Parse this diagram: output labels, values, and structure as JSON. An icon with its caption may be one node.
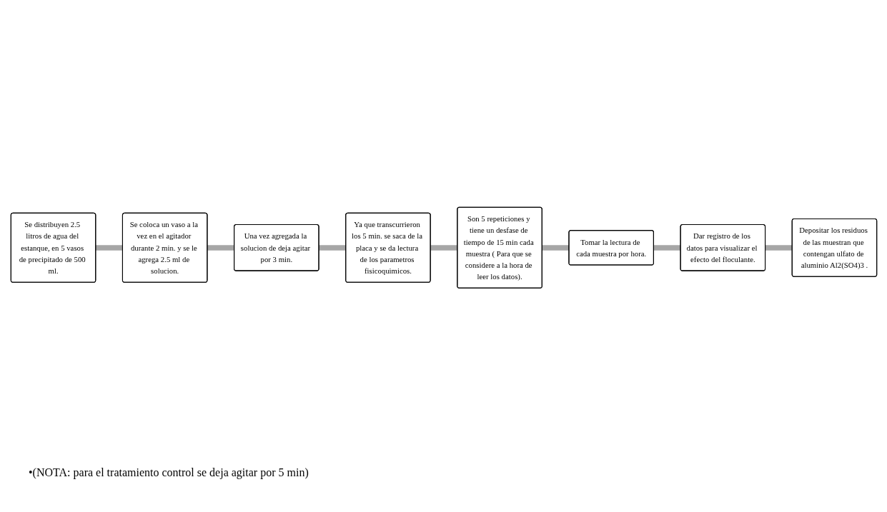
{
  "diagram": {
    "nodes": [
      {
        "text": [
          "Se distribuyen 2.5 litros de agua del estanque, en 5 vasos de precipitado de 500 ml."
        ]
      },
      {
        "text": [
          "Se coloca un vaso a la vez en el agitador durante 2 min. y se le agrega 2.5 ml de solucion."
        ]
      },
      {
        "text": [
          "Una vez agregada la solucion de deja agitar por 3 min."
        ]
      },
      {
        "text": [
          "Ya que transcurrieron los 5 min. se saca de la placa y se da lectura de los parametros fisicoquimicos."
        ]
      },
      {
        "text": [
          "Son 5 repeticiones y tiene un desfase de tiempo de 15 min cada muestra ( Para que se considere a la hora de leer los datos)."
        ]
      },
      {
        "text": [
          "Tomar la lectura de cada muestra por hora."
        ]
      },
      {
        "text": [
          "Dar registro de los datos para visualizar el efecto del floculante."
        ]
      },
      {
        "text": [
          "Depositar los residuos de las muestran que contengan ulfato de aluminio Al2(SO4)3 ."
        ]
      }
    ],
    "edges": [
      {
        "from": 0,
        "to": 1,
        "arrow": "none"
      },
      {
        "from": 1,
        "to": 2,
        "arrow": "none"
      },
      {
        "from": 2,
        "to": 3,
        "arrow": "none"
      },
      {
        "from": 3,
        "to": 4,
        "arrow": "none"
      },
      {
        "from": 4,
        "to": 5,
        "arrow": "none"
      },
      {
        "from": 5,
        "to": 6,
        "arrow": "none"
      },
      {
        "from": 6,
        "to": 7,
        "arrow": "none"
      }
    ],
    "labels": [
      "•(NOTA: para el tratamiento control se deja agitar por 5 min)"
    ]
  }
}
